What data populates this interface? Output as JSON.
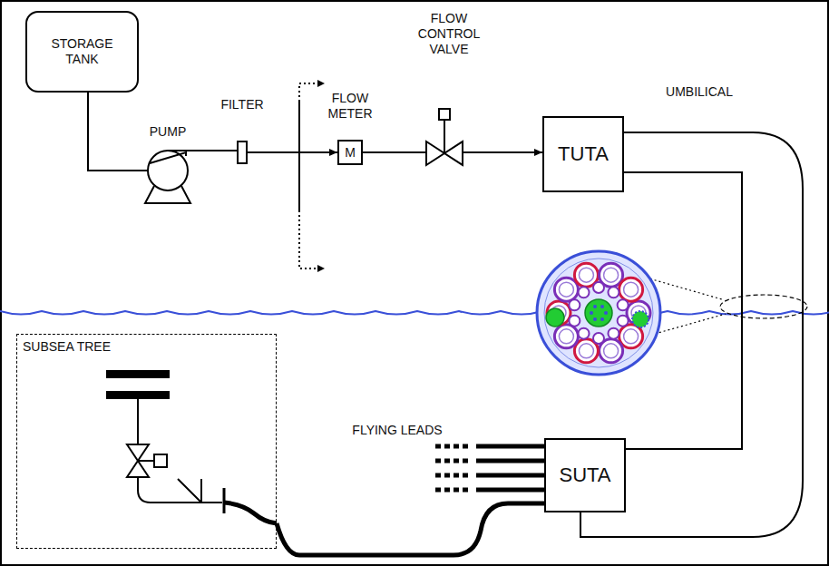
{
  "diagram": {
    "nodes": [
      {
        "text": [
          "STORAGE TANK"
        ]
      },
      {
        "text": [
          "FLOW METER",
          "M"
        ]
      },
      {
        "text": [
          "TUTA"
        ]
      },
      {
        "text": [
          "SUTA"
        ]
      },
      {
        "text": [
          "SUBSEA TREE"
        ]
      }
    ],
    "edges": [
      {
        "from": 0,
        "to": 1,
        "arrow": "to"
      },
      {
        "from": 1,
        "to": 2,
        "arrow": "to"
      },
      {
        "from": 2,
        "to": 3,
        "arrow": "none"
      },
      {
        "from": 3,
        "to": 4,
        "arrow": "none"
      }
    ],
    "labels": [
      "PUMP",
      "FILTER",
      "FLOW CONTROL VALVE",
      "UMBILICAL",
      "FLYING LEADS"
    ]
  }
}
